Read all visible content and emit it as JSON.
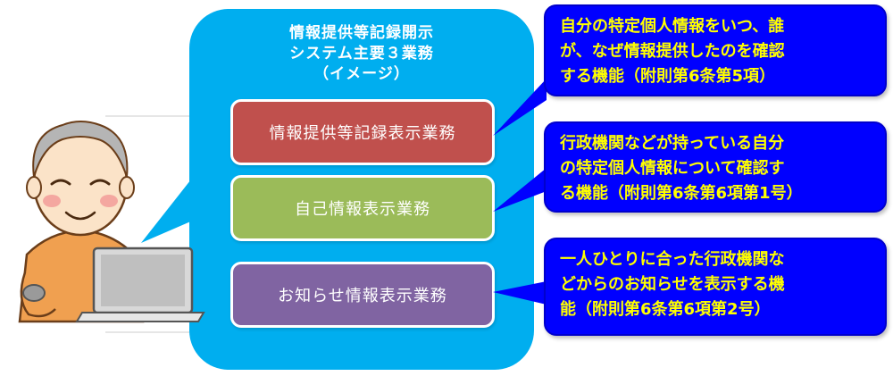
{
  "system": {
    "title_lines": [
      "情報提供等記録開示",
      "システム主要３業務",
      "（イメージ）"
    ]
  },
  "tasks": [
    {
      "label": "情報提供等記録表示業務",
      "color": "#c0504d"
    },
    {
      "label": "自己情報表示業務",
      "color": "#9bbb59"
    },
    {
      "label": "お知らせ情報表示業務",
      "color": "#8064a2"
    }
  ],
  "callouts": [
    {
      "lines": [
        "自分の特定個人情報をいつ、誰",
        "が、なぜ情報提供したのを確認",
        "する機能（附則第6条第5項）"
      ]
    },
    {
      "lines": [
        "行政機関などが持っている自分",
        "の特定個人情報について確認す",
        "る機能（附則第6条第6項第1号）"
      ]
    },
    {
      "lines": [
        "一人ひとりに合った行政機関な",
        "どからのお知らせを表示する機",
        "能（附則第6条第6項第2号）"
      ]
    }
  ],
  "colors": {
    "panel": "#00aeef",
    "callout_bg": "#0000ff",
    "callout_text": "#ffff00"
  },
  "illustration": {
    "subject": "elderly-person-using-laptop-illustration"
  }
}
